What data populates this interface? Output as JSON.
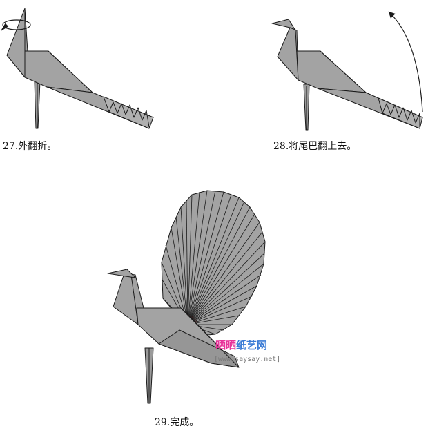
{
  "steps": [
    {
      "number": "27.",
      "text": "外翻折。"
    },
    {
      "number": "28.",
      "text": "将尾巴翻上去。"
    },
    {
      "number": "29.",
      "text": "完成。"
    }
  ],
  "watermark": {
    "brand_pink": "晒晒",
    "brand_blue": "纸艺网",
    "url": "[www.saysay.net]"
  },
  "colors": {
    "paper": "#a3a3a3",
    "paper_dark": "#8e8e8e",
    "outline": "#1a1a1a",
    "background": "#ffffff"
  }
}
